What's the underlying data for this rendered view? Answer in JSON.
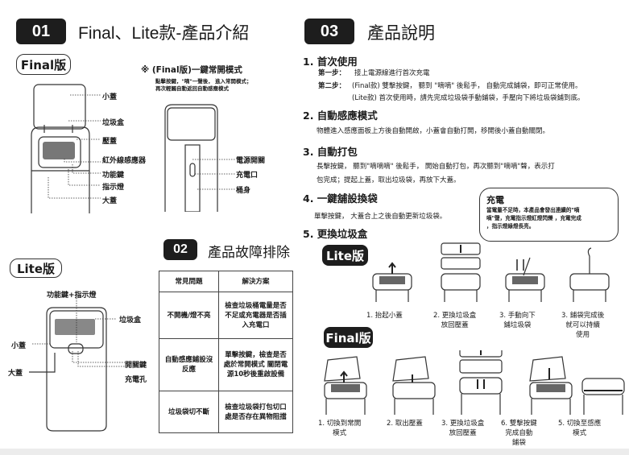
{
  "sec01": {
    "num": "01",
    "title": "Final、Lite款-產品介紹"
  },
  "sec02": {
    "num": "02",
    "title": "產品故障排除"
  },
  "sec03": {
    "num": "03",
    "title": "產品說明"
  },
  "final": {
    "tag": "Final版",
    "mode_title": "※ (Final版)一鍵常開模式",
    "mode_desc1": "點擊按鍵，\"嘀\"一聲後， 進入常開模式；",
    "mode_desc2": "再次輕觸自動返回自動感應模式",
    "labels": [
      "小蓋",
      "垃圾盒",
      "壓蓋",
      "紅外線感應器",
      "功能鍵",
      "指示燈",
      "大蓋"
    ],
    "back_labels": [
      "電源開關",
      "充電口",
      "桶身"
    ]
  },
  "lite": {
    "tag": "Lite版",
    "labels": {
      "top": "功能鍵+指示燈",
      "box": "垃圾盒",
      "small_lid": "小蓋",
      "switch": "開關鍵",
      "big_lid": "大蓋",
      "charge": "充電孔"
    }
  },
  "table": {
    "headers": [
      "常見問題",
      "解決方案"
    ],
    "rows": [
      {
        "problem": "不開機/燈不亮",
        "solution": "檢查垃圾桶電量是否不足或充電器是否插入充電口"
      },
      {
        "problem": "自動感應鋪設沒反應",
        "solution": "單擊按鍵，檢查是否處於常開模式 關閉電源10秒後重啟設備"
      },
      {
        "problem": "垃圾袋切不斷",
        "solution": "檢查垃圾袋打包切口處是否存在異物阻擋"
      }
    ]
  },
  "guide": {
    "s1": {
      "title": "1. 首次使用",
      "step1_label": "第一步：",
      "step1": "接上電源線進行首次充電",
      "step2_label": "第二步：",
      "step2a": "(Final款) 雙擊按鍵， 聽到 \"嘀嘀\" 後鬆手， 自動完成鋪袋，即可正常使用。",
      "step2b": "(Lite款) 首次使用時，請先完成垃圾袋手動鋪袋，手壓向下將垃圾袋鋪到底。"
    },
    "s2": {
      "title": "2. 自動感應模式",
      "text": "物體進入感應面板上方後自動開啟，小蓋會自動打開，移開後小蓋自動關閉。"
    },
    "s3": {
      "title": "3. 自動打包",
      "text1": "長擊按鍵， 聽到\"嘀嘀嘀\" 後鬆手， 開始自動打包，再次聽到\"嘀嘀\"聲，表示打",
      "text2": "包完成；提起上蓋，取出垃圾袋，再放下大蓋。"
    },
    "s4": {
      "title": "4. 一鍵舖設換袋",
      "text": "單擊按鍵， 大蓋合上之後自動更新垃圾袋。"
    },
    "s5": {
      "title": "5. 更換垃圾盒"
    },
    "charge": {
      "title": "充電",
      "text1": "當電量不足時，本產品會發出連續的\"嘀",
      "text2": "嘀\"聲，充電指示燈紅燈閃爍 ，充電完成",
      "text3": "，指示燈綠燈長亮。"
    }
  },
  "lite_steps": [
    [
      "1. 抬起小蓋"
    ],
    [
      "2. 更換垃圾盒",
      "放回壓蓋"
    ],
    [
      "3. 手動向下",
      "鋪垃圾袋"
    ],
    [
      "3. 鋪袋完成後",
      "就可以持續",
      "使用"
    ]
  ],
  "final_steps": [
    [
      "1. 切換到常開",
      "模式"
    ],
    [
      "2. 取出壓蓋"
    ],
    [
      "3. 更換垃圾盒",
      "放回壓蓋"
    ],
    [
      "6. 雙擊按鍵",
      "完成自動",
      "鋪袋"
    ],
    [
      "5. 切換至感應",
      "模式"
    ]
  ]
}
